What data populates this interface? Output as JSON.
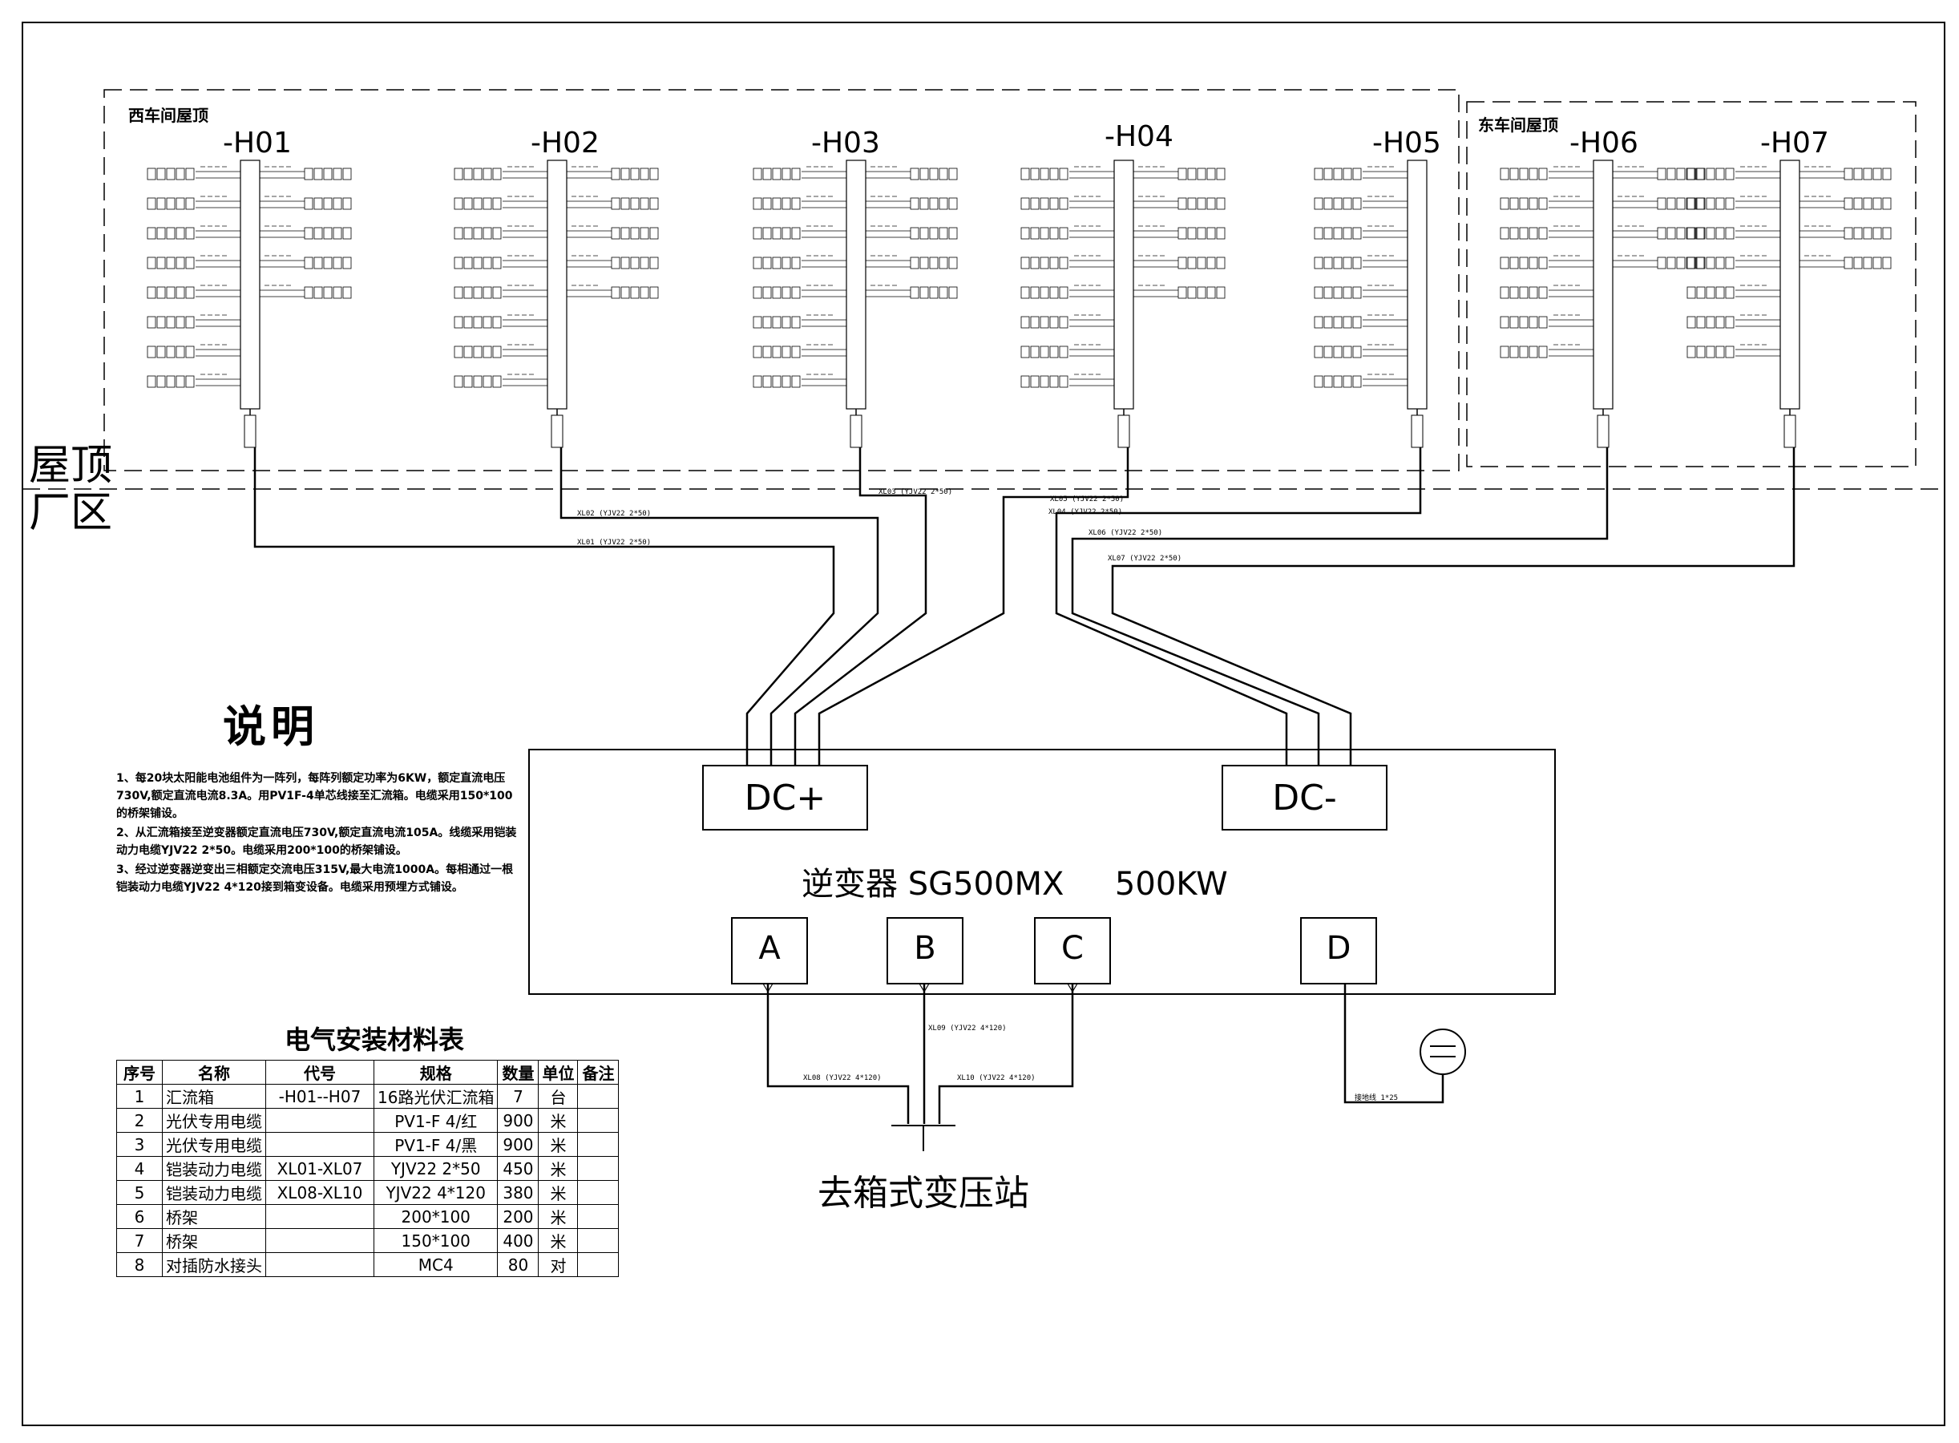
{
  "zones": {
    "roof": "屋顶",
    "plant": "厂区"
  },
  "regions": {
    "west": "西车间屋顶",
    "east": "东车间屋顶"
  },
  "combiner_boxes": [
    "-H01",
    "-H02",
    "-H03",
    "-H04",
    "-H05",
    "-H06",
    "-H07"
  ],
  "notes": {
    "title": "说明",
    "items": [
      "1、每20块太阳能电池组件为一阵列，每阵列额定功率为6KW，额定直流电压730V,额定直流电流8.3A。用PV1F-4单芯线接至汇流箱。电缆采用150*100的桥架铺设。",
      "2、从汇流箱接至逆变器额定直流电压730V,额定直流电流105A。线缆采用铠装动力电缆YJV22 2*50。电缆采用200*100的桥架铺设。",
      "3、经过逆变器逆变出三相额定交流电压315V,最大电流1000A。每相通过一根铠装动力电缆YJV22 4*120接到箱变设备。电缆采用预埋方式铺设。"
    ]
  },
  "inverter": {
    "title": "逆变器 SG500MX     500KW",
    "dc_pos": "DC+",
    "dc_neg": "DC-",
    "terminals": [
      "A",
      "B",
      "C",
      "D"
    ]
  },
  "output": {
    "destination": "去箱式变压站",
    "cable_a": "XL08  (YJV22 4*120)",
    "cable_b": "XL09  (YJV22 4*120)",
    "cable_c": "XL10  (YJV22 4*120)",
    "ground": "接地线 1*25"
  },
  "feeders": [
    {
      "tag": "XL01 (YJV22 2*50)"
    },
    {
      "tag": "XL02 (YJV22 2*50)"
    },
    {
      "tag": "XL03 (YJV22 2*50)"
    },
    {
      "tag": "XL04 (YJV22 2*50)"
    },
    {
      "tag": "XL05 (YJV22 2*50)"
    },
    {
      "tag": "XL06 (YJV22 2*50)"
    },
    {
      "tag": "XL07 (YJV22 2*50)"
    }
  ],
  "materials": {
    "title": "电气安装材料表",
    "headers": [
      "序号",
      "名称",
      "代号",
      "规格",
      "数量",
      "单位",
      "备注"
    ],
    "rows": [
      [
        "1",
        "汇流箱",
        "-H01--H07",
        "16路光伏汇流箱",
        "7",
        "台",
        ""
      ],
      [
        "2",
        "光伏专用电缆",
        "",
        "PV1-F 4/红",
        "900",
        "米",
        ""
      ],
      [
        "3",
        "光伏专用电缆",
        "",
        "PV1-F 4/黑",
        "900",
        "米",
        ""
      ],
      [
        "4",
        "铠装动力电缆",
        "XL01-XL07",
        "YJV22 2*50",
        "450",
        "米",
        ""
      ],
      [
        "5",
        "铠装动力电缆",
        "XL08-XL10",
        "YJV22 4*120",
        "380",
        "米",
        ""
      ],
      [
        "6",
        "桥架",
        "",
        "200*100",
        "200",
        "米",
        ""
      ],
      [
        "7",
        "桥架",
        "",
        "150*100",
        "400",
        "米",
        ""
      ],
      [
        "8",
        "对插防水接头",
        "",
        "MC4",
        "80",
        "对",
        ""
      ]
    ]
  }
}
